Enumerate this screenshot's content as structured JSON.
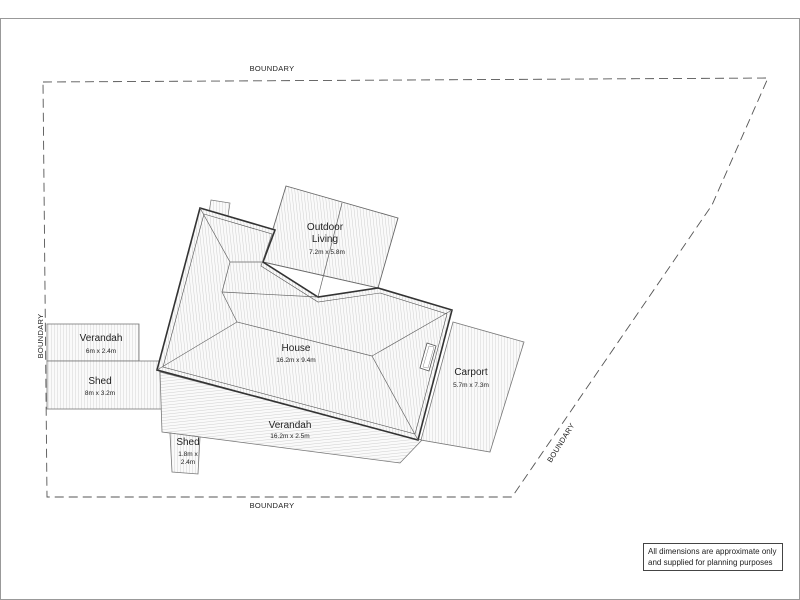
{
  "boundary_labels": {
    "top": "BOUNDARY",
    "left": "BOUNDARY",
    "bottom": "BOUNDARY",
    "right": "BOUNDARY"
  },
  "structures": {
    "house": {
      "name": "House",
      "size": "16.2m x 9.4m"
    },
    "outdoor_living": {
      "name_line1": "Outdoor",
      "name_line2": "Living",
      "size": "7.2m x 5.8m"
    },
    "verandah_main": {
      "name": "Verandah",
      "size": "16.2m x 2.5m"
    },
    "carport": {
      "name": "Carport",
      "size": "5.7m x 7.3m"
    },
    "verandah_small": {
      "name": "Verandah",
      "size": "6m x 2.4m"
    },
    "shed_large": {
      "name": "Shed",
      "size": "8m x 3.2m"
    },
    "shed_small": {
      "name": "Shed",
      "size_line1": "1.8m x",
      "size_line2": "2.4m"
    }
  },
  "disclaimer": {
    "line1": "All dimensions are approximate only",
    "line2": "and supplied for planning purposes"
  }
}
